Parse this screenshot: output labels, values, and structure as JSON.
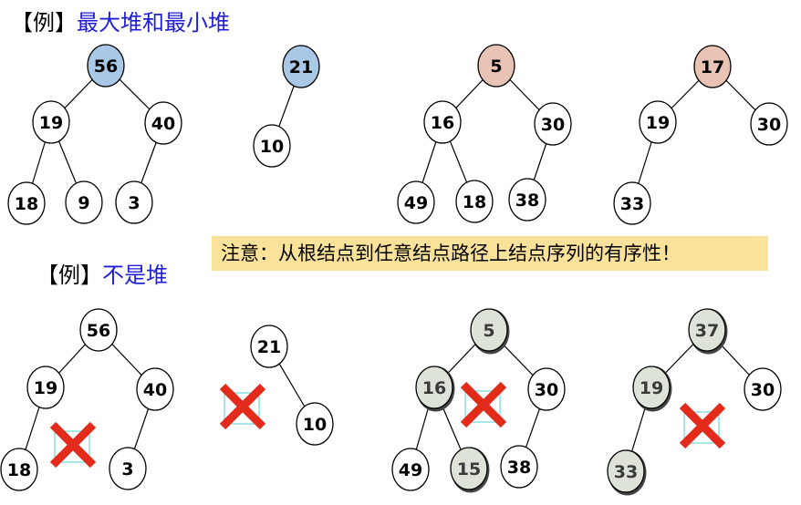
{
  "heading_1": {
    "bracket": "【例】",
    "text": "最大堆和最小堆"
  },
  "heading_2": {
    "bracket": "【例】",
    "text": "不是堆"
  },
  "note": "注意：从根结点到任意结点路径上结点序列的有序性！",
  "colors": {
    "max_root": "#a9c8e6",
    "min_root": "#e8c2b2",
    "highlight": "#dde3d8",
    "plain": "#ffffff",
    "cross": "#e32b1c",
    "cross_box": "#4fd3d3",
    "note_bg": "#fbe29a",
    "heading_blue": "#1f1fd6"
  },
  "trees": [
    {
      "nodes": [
        {
          "id": "n1",
          "label": "56",
          "fill": "max_root"
        },
        {
          "id": "n2",
          "label": "19"
        },
        {
          "id": "n3",
          "label": "40"
        },
        {
          "id": "n4",
          "label": "18"
        },
        {
          "id": "n5",
          "label": "9"
        },
        {
          "id": "n6",
          "label": "3"
        }
      ],
      "edges": [
        [
          "n1",
          "n2"
        ],
        [
          "n1",
          "n3"
        ],
        [
          "n2",
          "n4"
        ],
        [
          "n2",
          "n5"
        ],
        [
          "n3",
          "n6"
        ]
      ]
    },
    {
      "nodes": [
        {
          "id": "n1",
          "label": "21",
          "fill": "max_root"
        },
        {
          "id": "n2",
          "label": "10"
        }
      ],
      "edges": [
        [
          "n1",
          "n2"
        ]
      ]
    },
    {
      "nodes": [
        {
          "id": "n1",
          "label": "5",
          "fill": "min_root"
        },
        {
          "id": "n2",
          "label": "16"
        },
        {
          "id": "n3",
          "label": "30"
        },
        {
          "id": "n4",
          "label": "49"
        },
        {
          "id": "n5",
          "label": "18"
        },
        {
          "id": "n6",
          "label": "38"
        }
      ],
      "edges": [
        [
          "n1",
          "n2"
        ],
        [
          "n1",
          "n3"
        ],
        [
          "n2",
          "n4"
        ],
        [
          "n2",
          "n5"
        ],
        [
          "n3",
          "n6"
        ]
      ]
    },
    {
      "nodes": [
        {
          "id": "n1",
          "label": "17",
          "fill": "min_root"
        },
        {
          "id": "n2",
          "label": "19"
        },
        {
          "id": "n3",
          "label": "30"
        },
        {
          "id": "n4",
          "label": "33"
        }
      ],
      "edges": [
        [
          "n1",
          "n2"
        ],
        [
          "n1",
          "n3"
        ],
        [
          "n2",
          "n4"
        ]
      ]
    },
    {
      "nodes": [
        {
          "id": "n1",
          "label": "56"
        },
        {
          "id": "n2",
          "label": "19"
        },
        {
          "id": "n3",
          "label": "40"
        },
        {
          "id": "n4",
          "label": "18"
        },
        {
          "id": "n5",
          "label": "3"
        }
      ],
      "edges": [
        [
          "n1",
          "n2"
        ],
        [
          "n1",
          "n3"
        ],
        [
          "n2",
          "n4"
        ],
        [
          "n3",
          "n5"
        ]
      ]
    },
    {
      "nodes": [
        {
          "id": "n1",
          "label": "21"
        },
        {
          "id": "n2",
          "label": "10"
        }
      ],
      "edges": [
        [
          "n1",
          "n2"
        ]
      ]
    },
    {
      "nodes": [
        {
          "id": "n1",
          "label": "5",
          "fill": "highlight"
        },
        {
          "id": "n2",
          "label": "16",
          "fill": "highlight"
        },
        {
          "id": "n3",
          "label": "30"
        },
        {
          "id": "n4",
          "label": "49"
        },
        {
          "id": "n5",
          "label": "15",
          "fill": "highlight"
        },
        {
          "id": "n6",
          "label": "38"
        }
      ],
      "edges": [
        [
          "n1",
          "n2"
        ],
        [
          "n1",
          "n3"
        ],
        [
          "n2",
          "n4"
        ],
        [
          "n2",
          "n5"
        ],
        [
          "n3",
          "n6"
        ]
      ]
    },
    {
      "nodes": [
        {
          "id": "n1",
          "label": "37",
          "fill": "highlight"
        },
        {
          "id": "n2",
          "label": "19",
          "fill": "highlight"
        },
        {
          "id": "n3",
          "label": "30"
        },
        {
          "id": "n4",
          "label": "33",
          "fill": "highlight"
        }
      ],
      "edges": [
        [
          "n1",
          "n2"
        ],
        [
          "n1",
          "n3"
        ],
        [
          "n2",
          "n4"
        ]
      ]
    }
  ],
  "crosses": 4
}
